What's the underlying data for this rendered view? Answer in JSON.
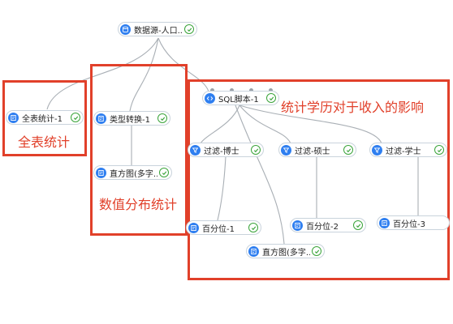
{
  "nodes": {
    "datasource": "数据源-人口...",
    "full_stats": "全表统计-1",
    "type_convert": "类型转换-1",
    "histogram_a": "直方图(多字...",
    "sql": "SQL脚本-1",
    "filter_phd": "过滤-博士",
    "filter_master": "过滤-硕士",
    "filter_bachelor": "过滤-学士",
    "percentile_1": "百分位-1",
    "percentile_2": "百分位-2",
    "percentile_3": "百分位-3",
    "histogram_b": "直方图(多字..."
  },
  "annotations": {
    "full_stats": "全表统计",
    "numeric_dist": "数值分布统计",
    "edu_income": "统计学历对于收入的影响"
  },
  "colors": {
    "highlight": "#e1402a",
    "node_icon": "#2f7ff0",
    "status_ok": "#3aa43a",
    "edge": "#a9afb5"
  },
  "icons": {
    "datasource": "database-icon",
    "component": "component-icon",
    "sql": "code-icon",
    "filter": "filter-icon",
    "status": "check-circle-icon"
  }
}
